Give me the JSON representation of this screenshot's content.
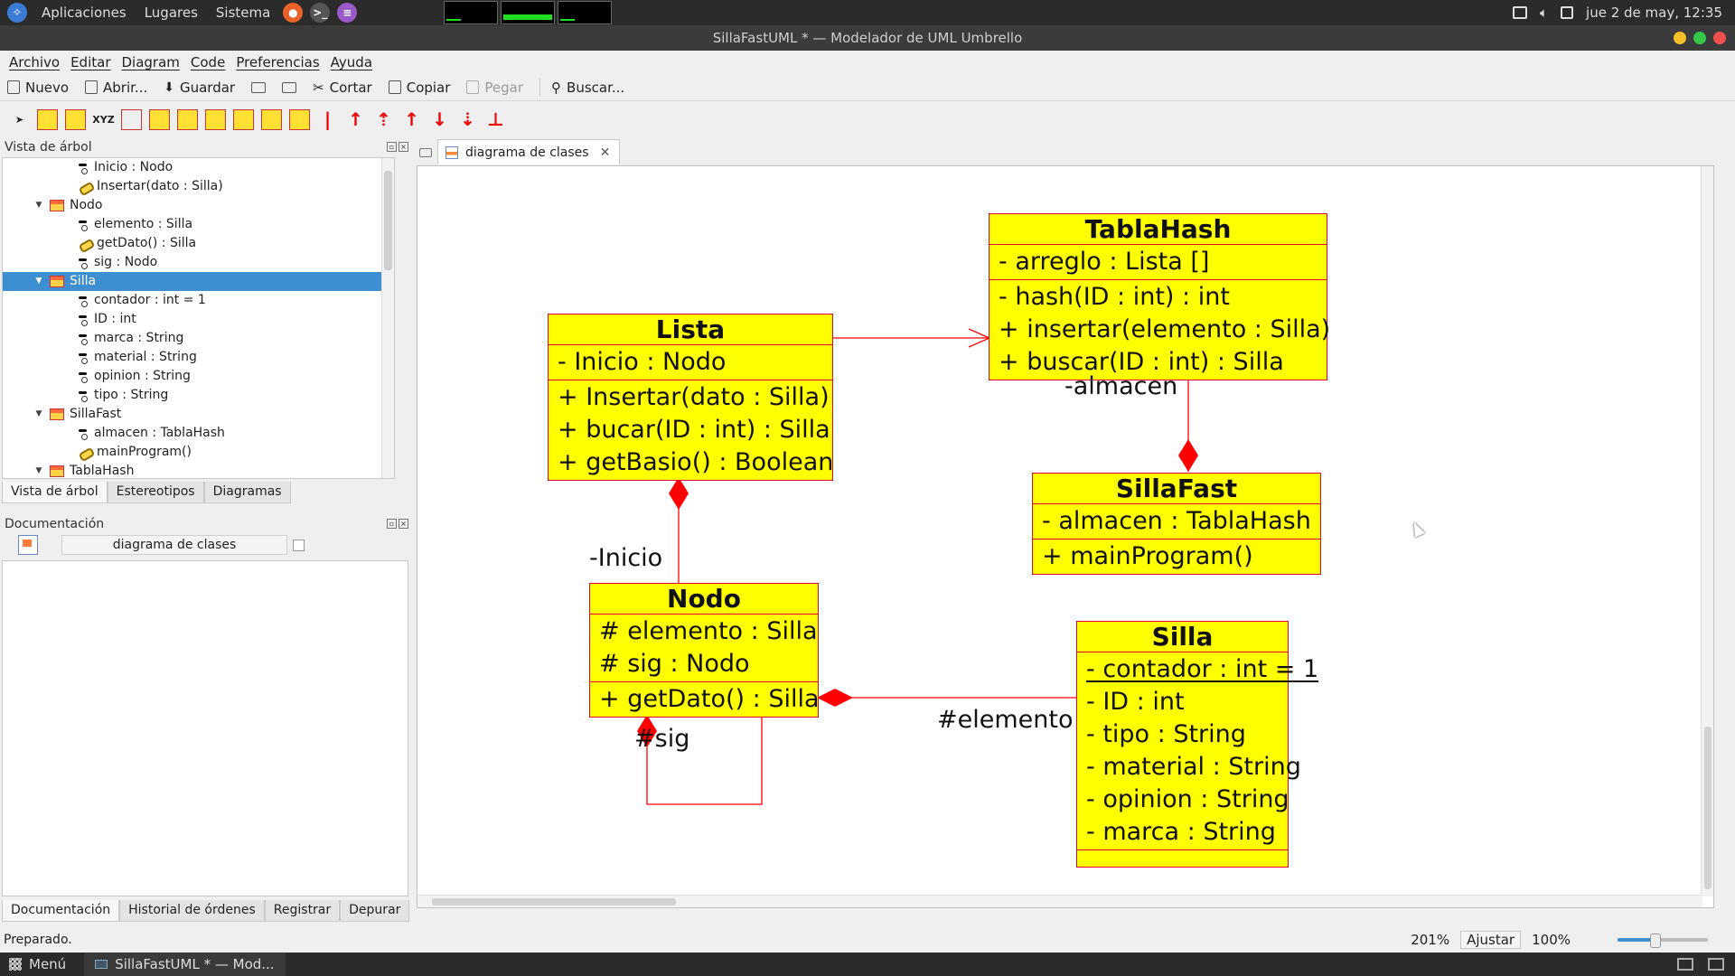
{
  "system_panel": {
    "menus": [
      "Aplicaciones",
      "Lugares",
      "Sistema"
    ],
    "clock": "jue  2 de may, 12:35"
  },
  "window": {
    "title": "SillaFastUML * — Modelador de UML Umbrello"
  },
  "menubar": [
    "Archivo",
    "Editar",
    "Diagram",
    "Code",
    "Preferencias",
    "Ayuda"
  ],
  "toolbar": {
    "new": "Nuevo",
    "open": "Abrir...",
    "save": "Guardar",
    "cut": "Cortar",
    "copy": "Copiar",
    "paste": "Pegar",
    "find": "Buscar..."
  },
  "diagram_toolbar": {
    "xyz_label": "XYZ"
  },
  "tree_view": {
    "title": "Vista de árbol",
    "rows": [
      {
        "label": "Inicio : Nodo",
        "kind": "attribute",
        "depth": 2
      },
      {
        "label": "Insertar(dato : Silla)",
        "kind": "operation",
        "depth": 2
      },
      {
        "label": "Nodo",
        "kind": "class",
        "depth": 1,
        "expanded": true
      },
      {
        "label": "elemento : Silla",
        "kind": "attribute",
        "depth": 2
      },
      {
        "label": "getDato() : Silla",
        "kind": "operation",
        "depth": 2
      },
      {
        "label": "sig : Nodo",
        "kind": "attribute",
        "depth": 2
      },
      {
        "label": "Silla",
        "kind": "class",
        "depth": 1,
        "expanded": true,
        "selected": true
      },
      {
        "label": "contador : int = 1",
        "kind": "attribute",
        "depth": 2
      },
      {
        "label": "ID : int",
        "kind": "attribute",
        "depth": 2
      },
      {
        "label": "marca : String",
        "kind": "attribute",
        "depth": 2
      },
      {
        "label": "material : String",
        "kind": "attribute",
        "depth": 2
      },
      {
        "label": "opinion : String",
        "kind": "attribute",
        "depth": 2
      },
      {
        "label": "tipo : String",
        "kind": "attribute",
        "depth": 2
      },
      {
        "label": "SillaFast",
        "kind": "class",
        "depth": 1,
        "expanded": true
      },
      {
        "label": "almacen : TablaHash",
        "kind": "attribute",
        "depth": 2
      },
      {
        "label": "mainProgram()",
        "kind": "operation",
        "depth": 2
      },
      {
        "label": "TablaHash",
        "kind": "class",
        "depth": 1,
        "expanded": true
      }
    ],
    "tabs": [
      "Vista de árbol",
      "Estereotipos",
      "Diagramas"
    ]
  },
  "documentation": {
    "title": "Documentación",
    "name": "diagrama de clases",
    "tabs": [
      "Documentación",
      "Historial de órdenes",
      "Registrar",
      "Depurar"
    ]
  },
  "diagram": {
    "tab_label": "diagrama de clases",
    "classes": {
      "tablahash": {
        "name": "TablaHash",
        "attributes": [
          "- arreglo : Lista []"
        ],
        "operations": [
          "- hash(ID : int) : int",
          "+ insertar(elemento : Silla)",
          "+ buscar(ID : int) : Silla"
        ]
      },
      "lista": {
        "name": "Lista",
        "attributes": [
          "- Inicio : Nodo"
        ],
        "operations": [
          "+ Insertar(dato : Silla)",
          "+ bucar(ID : int) : Silla",
          "+ getBasio() : Boolean"
        ]
      },
      "sillafast": {
        "name": "SillaFast",
        "attributes": [
          "- almacen : TablaHash"
        ],
        "operations": [
          "+ mainProgram()"
        ]
      },
      "nodo": {
        "name": "Nodo",
        "attributes": [
          "# elemento : Silla",
          "# sig : Nodo"
        ],
        "operations": [
          "+ getDato() : Silla"
        ]
      },
      "silla": {
        "name": "Silla",
        "attributes": [
          "- contador : int = 1",
          "- ID : int",
          "- tipo : String",
          "- material : String",
          "- opinion : String",
          "- marca : String"
        ],
        "operations": []
      }
    },
    "roles": {
      "almacen": "-almacen",
      "inicio": "-Inicio",
      "elemento": "#elemento",
      "sig": "#sig"
    },
    "colors": {
      "class_fill": "#ffff00",
      "class_border": "#e8003a",
      "relation": "#ff0000"
    }
  },
  "statusbar": {
    "message": "Preparado.",
    "zoom": "201%",
    "fit": "Ajustar",
    "reset": "100%"
  },
  "taskbar": {
    "menu": "Menú",
    "task": "SillaFastUML * — Mod..."
  }
}
